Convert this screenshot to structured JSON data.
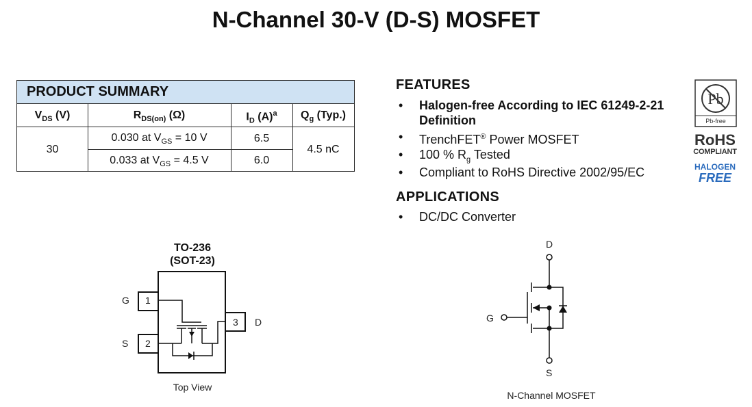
{
  "title": "N-Channel 30-V (D-S) MOSFET",
  "product_summary": {
    "header": "PRODUCT SUMMARY",
    "col_vds": {
      "main": "V",
      "sub": "DS",
      "rest": " (V)"
    },
    "col_rds": {
      "main": "R",
      "sub": "DS(on)",
      "rest": " (Ω)"
    },
    "col_id": {
      "main": "I",
      "sub": "D",
      "rest": " (A)",
      "sup": "a"
    },
    "col_qg": {
      "main": "Q",
      "sub": "g",
      "rest": " (Typ.)"
    },
    "vds_value": "30",
    "rows": [
      {
        "rds_pre": "0.030 at V",
        "rds_sub": "GS",
        "rds_post": " = 10 V",
        "id": "6.5"
      },
      {
        "rds_pre": "0.033 at V",
        "rds_sub": "GS",
        "rds_post": " = 4.5 V",
        "id": "6.0"
      }
    ],
    "qg_value": "4.5 nC"
  },
  "features": {
    "heading": "FEATURES",
    "items": [
      {
        "line1": "Halogen-free According to IEC 61249-2-21",
        "line2": "Definition"
      },
      {
        "pre": "TrenchFET",
        "sup": "®",
        "post": " Power MOSFET"
      },
      {
        "pre": "100 % R",
        "sub": "g",
        "post": " Tested"
      },
      {
        "text": "Compliant to RoHS Directive 2002/95/EC"
      }
    ],
    "bullet": "•"
  },
  "applications": {
    "heading": "APPLICATIONS",
    "items": [
      "DC/DC Converter"
    ]
  },
  "badges": {
    "pb_symbol": "Pb",
    "pb_free": "Pb-free",
    "rohs": "RoHS",
    "compliant": "COMPLIANT",
    "halogen": "HALOGEN",
    "free": "FREE",
    "halogen_color": "#2a6bbd"
  },
  "package": {
    "name": "TO-236",
    "alt": "(SOT-23)",
    "pin1_label": "G",
    "pin2_label": "S",
    "pin3_label": "D",
    "pin1_num": "1",
    "pin2_num": "2",
    "pin3_num": "3",
    "view": "Top View"
  },
  "symbol": {
    "d": "D",
    "g": "G",
    "s": "S",
    "caption": "N-Channel MOSFET"
  }
}
